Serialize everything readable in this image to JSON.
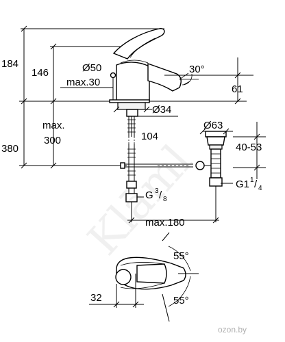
{
  "dimensions": {
    "height_total": "184",
    "height_spout": "146",
    "spout_diameter": "Ø50",
    "max_30": "max.30",
    "angle_top": "30°",
    "spout_reach_height": "61",
    "hole_diameter": "Ø34",
    "deck_max_label": "max.",
    "deck_max_value": "300",
    "height_below": "380",
    "reach_104": "104",
    "waste_diameter": "Ø63",
    "waste_range": "40-53",
    "thread_g_base": "G",
    "thread_g_num": "3",
    "thread_g_den": "8",
    "thread_g1_base": "G1",
    "thread_g1_num": "1",
    "thread_g1_den": "4",
    "max_180": "max.180",
    "angle_right_1": "55°",
    "angle_right_2": "55°",
    "lever_32": "32"
  },
  "watermark": "Klāml",
  "site_label": "ozon.by"
}
